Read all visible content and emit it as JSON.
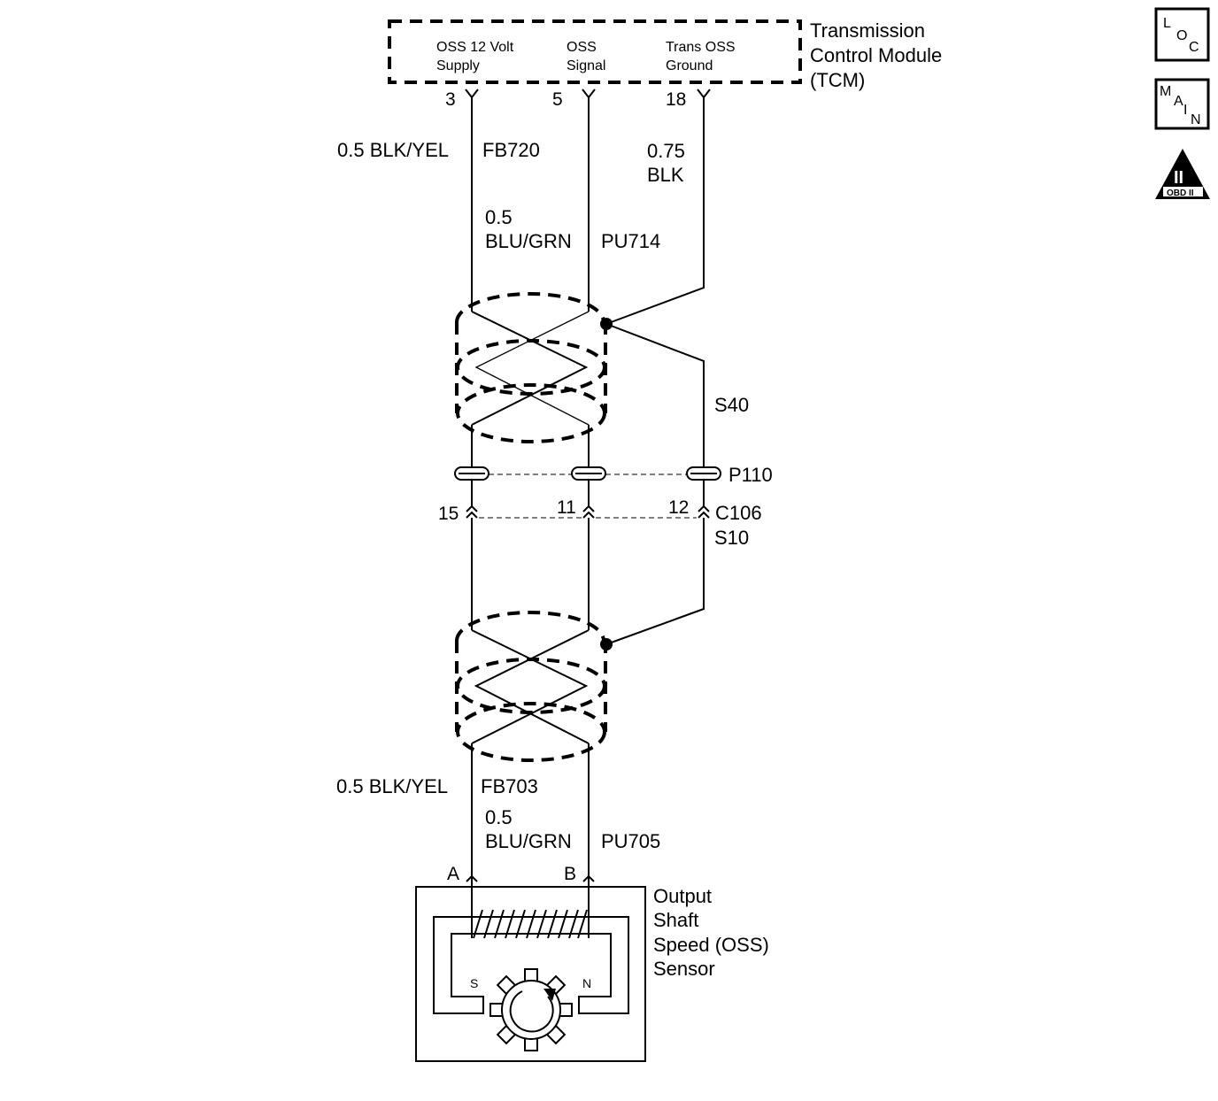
{
  "tcm": {
    "title_lines": [
      "Transmission",
      "Control Module",
      "(TCM)"
    ],
    "pin_functions": [
      {
        "lines": [
          "OSS 12 Volt",
          "Supply"
        ]
      },
      {
        "lines": [
          "OSS",
          "Signal"
        ]
      },
      {
        "lines": [
          "Trans OSS",
          "Ground"
        ]
      }
    ],
    "pins": [
      "3",
      "5",
      "18"
    ]
  },
  "upper_wires": {
    "supply": {
      "gauge_color": "0.5 BLK/YEL",
      "circuit": "FB720"
    },
    "signal": {
      "gauge": "0.5",
      "color": "BLU/GRN",
      "circuit": "PU714"
    },
    "ground": {
      "gauge": "0.75",
      "color": "BLK"
    }
  },
  "splice_upper": "S40",
  "connector": {
    "upper_name": "P110",
    "lower_name": "C106",
    "pins": [
      "15",
      "11",
      "12"
    ]
  },
  "splice_lower": "S10",
  "lower_wires": {
    "supply": {
      "gauge_color": "0.5 BLK/YEL",
      "circuit": "FB703"
    },
    "signal": {
      "gauge": "0.5",
      "color": "BLU/GRN",
      "circuit": "PU705"
    }
  },
  "sensor": {
    "pins": [
      "A",
      "B"
    ],
    "title_lines": [
      "Output",
      "Shaft",
      "Speed (OSS)",
      "Sensor"
    ],
    "pole_labels": [
      "S",
      "N"
    ]
  },
  "side_icons": {
    "loc": [
      "L",
      "O",
      "C"
    ],
    "main": [
      "M",
      "A",
      "I",
      "N"
    ],
    "obd": {
      "numeral": "II",
      "caption": "OBD II"
    }
  }
}
